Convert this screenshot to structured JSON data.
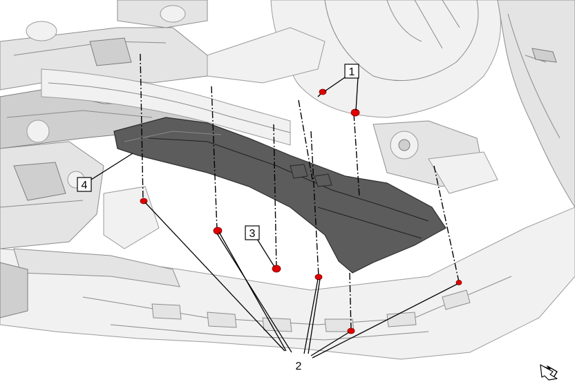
{
  "colors": {
    "fastener": "#e00000",
    "shield_fill": "#5c5c5c",
    "shield_edge": "#2e2e2e",
    "background": "#ffffff"
  },
  "callouts": [
    {
      "label": "1"
    },
    {
      "label": "2"
    },
    {
      "label": "3"
    },
    {
      "label": "4"
    }
  ],
  "icons": {
    "direction": "front-arrow-icon"
  }
}
